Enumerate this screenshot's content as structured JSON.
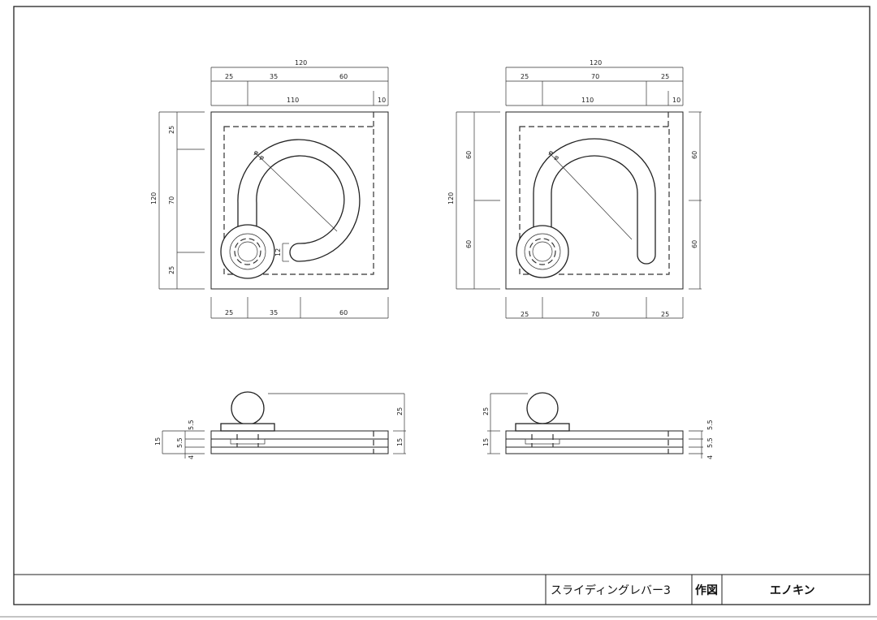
{
  "title_block": {
    "part_name": "スライディングレバー3",
    "drawn_label": "作図",
    "author": "エノキン"
  },
  "left_view": {
    "top_overall": "120",
    "top_segments": [
      "25",
      "35",
      "60"
    ],
    "top_second": [
      "110",
      "10"
    ],
    "left_overall": "120",
    "left_segments": [
      "25",
      "70",
      "25"
    ],
    "slot_width": "12",
    "bottom_segments": [
      "25",
      "35",
      "60"
    ],
    "diameter_a": "φ",
    "diameter_b": "φ"
  },
  "right_view": {
    "top_overall": "120",
    "top_segments": [
      "25",
      "70",
      "25"
    ],
    "top_second": [
      "110",
      "10"
    ],
    "left_overall": "120",
    "left_segments": [
      "60",
      "60"
    ],
    "right_segments": [
      "60",
      "60"
    ],
    "bottom_segments": [
      "25",
      "70",
      "25"
    ],
    "diameter_a": "φ",
    "diameter_b": "φ"
  },
  "left_side": {
    "left_overall": "15",
    "left_segments": [
      "5.5",
      "5.5",
      "4"
    ],
    "right_height": "25",
    "right_base": "15"
  },
  "right_side": {
    "left_height": "25",
    "left_base": "15",
    "right_segments": [
      "5.5",
      "5.5",
      "4"
    ]
  }
}
